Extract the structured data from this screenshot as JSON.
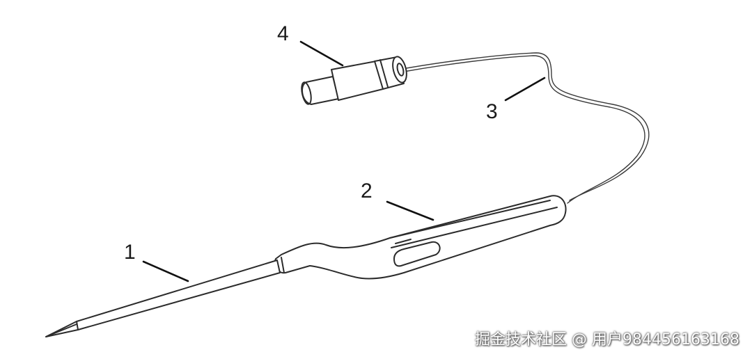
{
  "callouts": {
    "label_1": "1",
    "label_2": "2",
    "label_3": "3",
    "label_4": "4"
  },
  "watermark": "掘金技术社区 @ 用户984456163168",
  "colors": {
    "line": "#2b2b2b",
    "background": "#ffffff"
  }
}
